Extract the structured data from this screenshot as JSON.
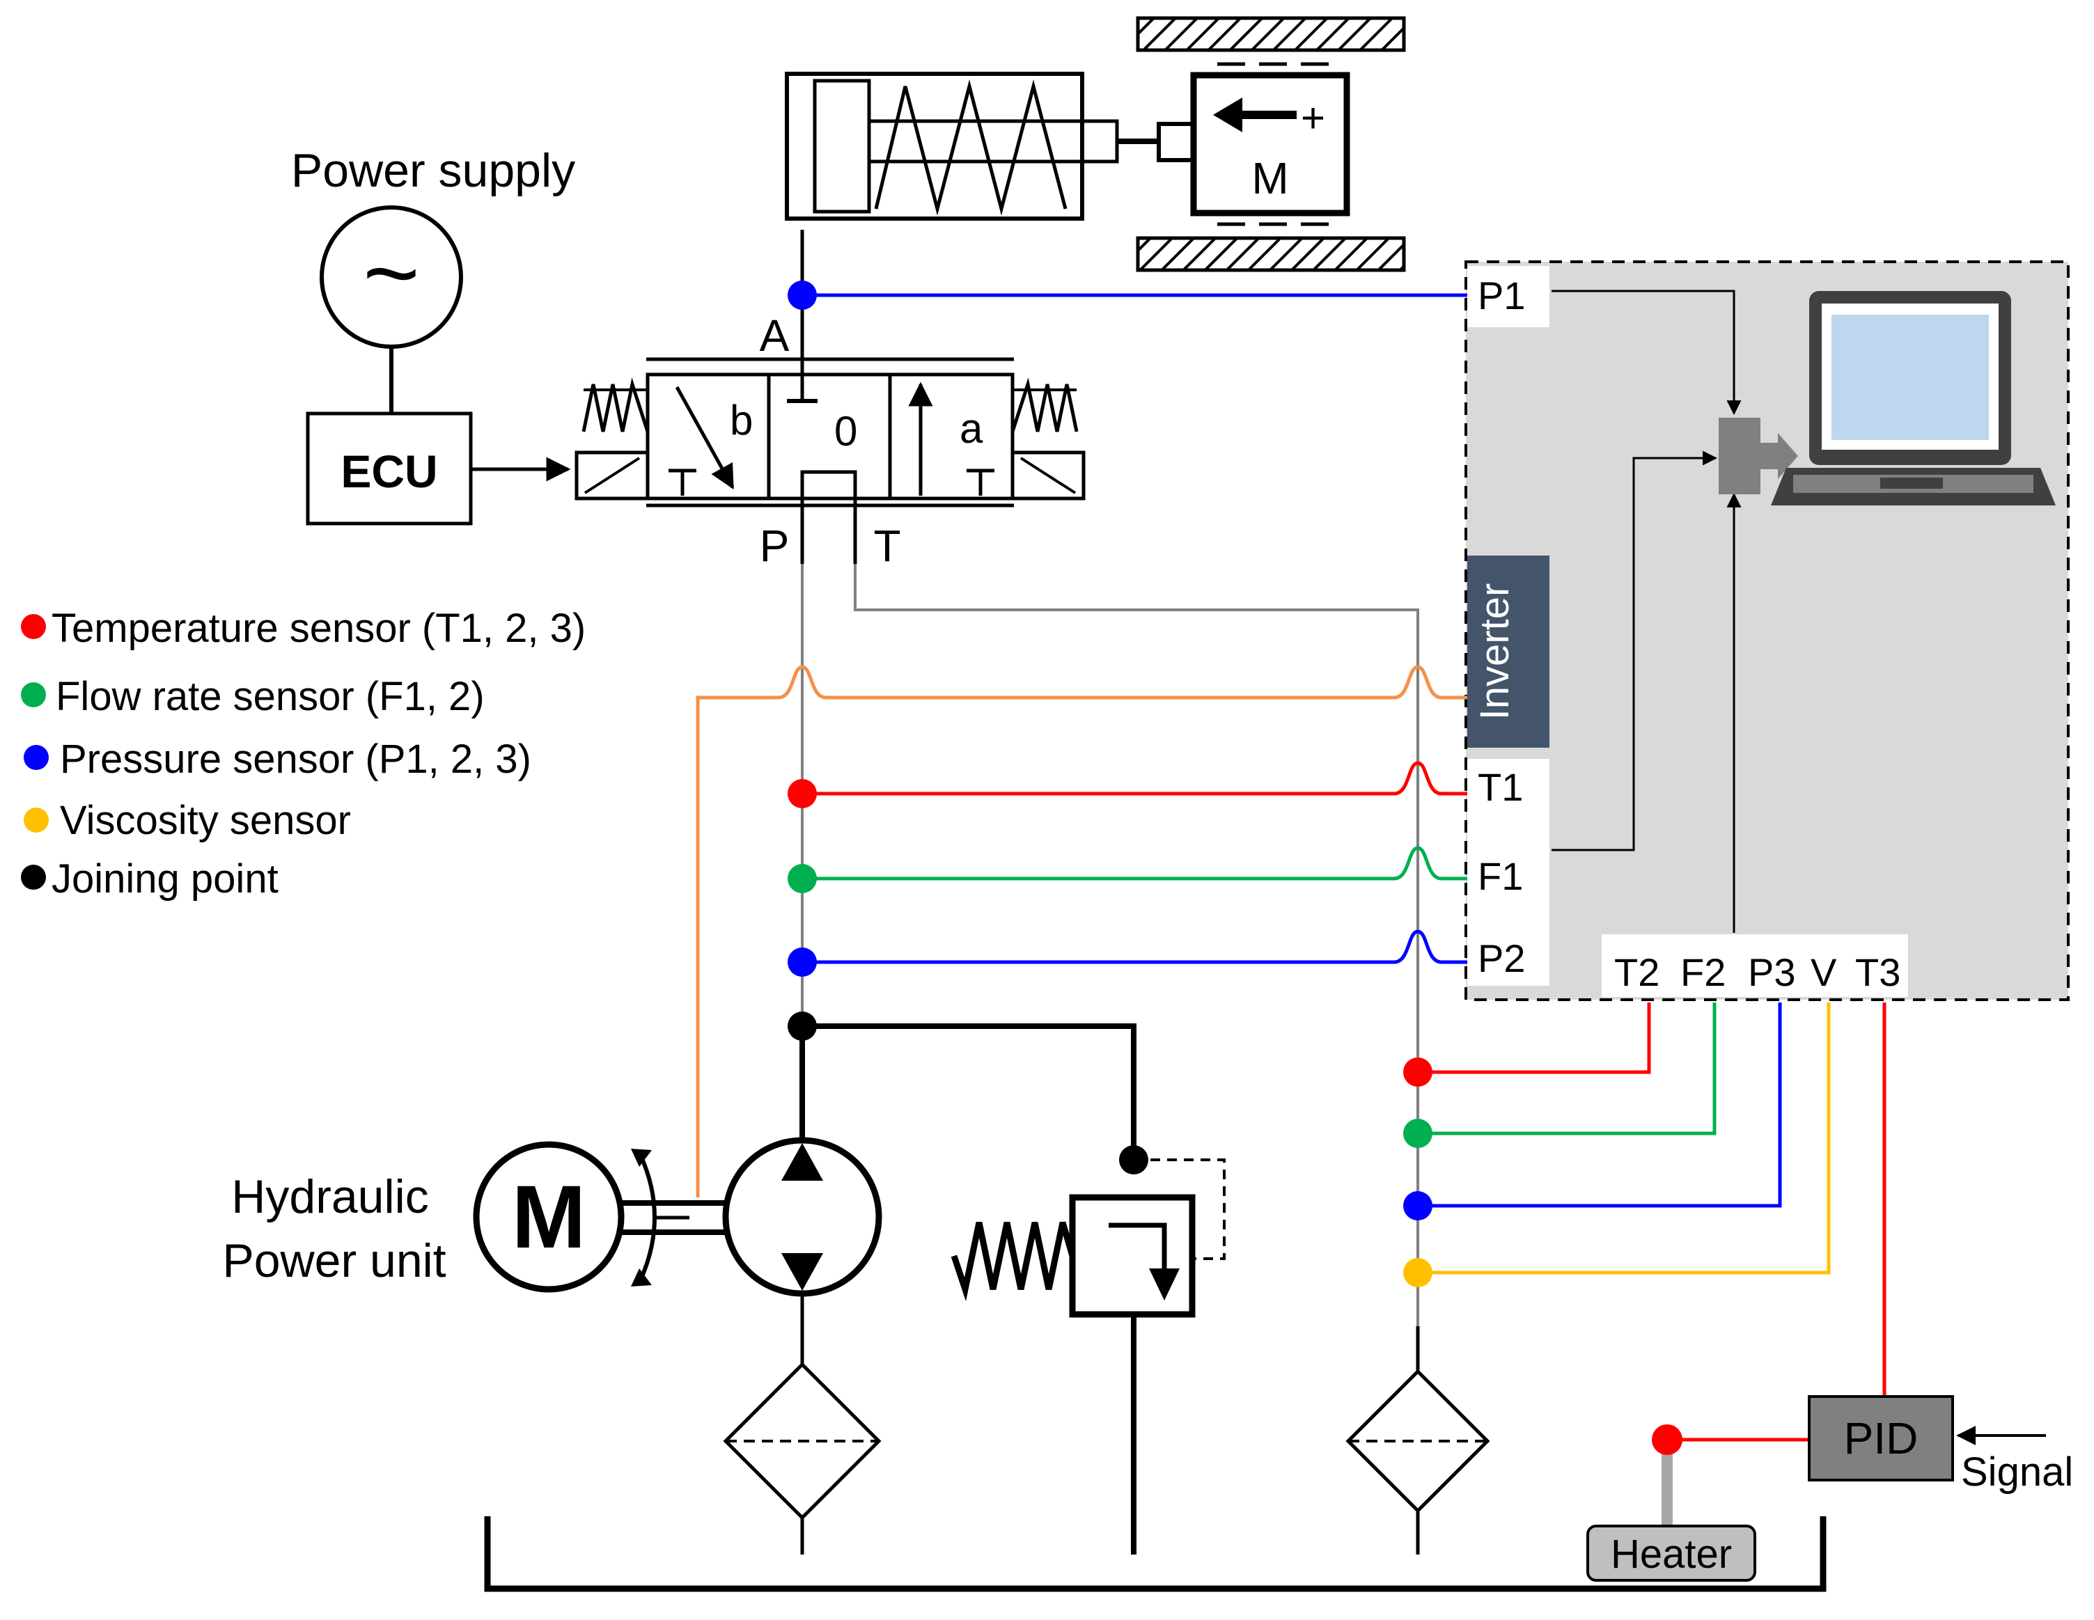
{
  "power_supply": {
    "label": "Power supply",
    "symbol": "~"
  },
  "ecu": {
    "label": "ECU"
  },
  "valve": {
    "port_a": "A",
    "port_p": "P",
    "port_t": "T",
    "pos_b": "b",
    "pos_0": "0",
    "pos_a": "a"
  },
  "actuator": {
    "mass_label": "M",
    "plus_sign": "+"
  },
  "legend": [
    {
      "label": "Temperature sensor (T1, 2, 3)",
      "color": "#ff0000"
    },
    {
      "label": "Flow rate sensor (F1, 2)",
      "color": "#00b050"
    },
    {
      "label": "Pressure sensor (P1, 2, 3)",
      "color": "#0000ff"
    },
    {
      "label": "Viscosity sensor",
      "color": "#ffc000"
    },
    {
      "label": "Joining point",
      "color": "#000000"
    }
  ],
  "daq": {
    "inverter": "Inverter",
    "left_ports": [
      "P1",
      "T1",
      "F1",
      "P2"
    ],
    "bottom_ports": [
      "T2",
      "F2",
      "P3",
      "V",
      "T3"
    ]
  },
  "hpu": {
    "line1": "Hydraulic",
    "line2": "Power unit",
    "motor": "M"
  },
  "pid": {
    "label": "PID",
    "signal": "Signal"
  },
  "heater": {
    "label": "Heater"
  },
  "colors": {
    "orange_line": "#f4914a",
    "panel_fill": "#d9d9d9",
    "inverter_fill": "#44546a",
    "pid_fill": "#808080",
    "heater_fill": "#bfbfbf"
  }
}
